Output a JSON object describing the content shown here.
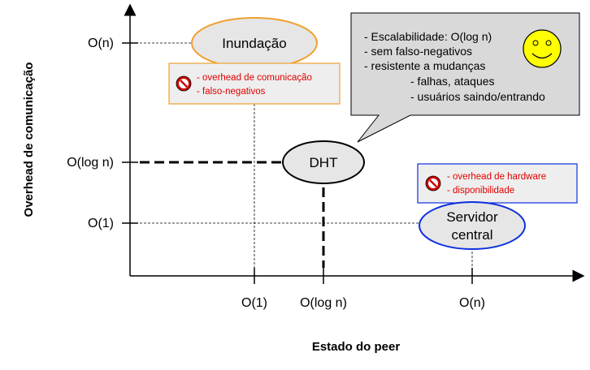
{
  "axes": {
    "y_title": "Overhead de comunicação",
    "x_title": "Estado do peer",
    "y_ticks": [
      "O(n)",
      "O(log n)",
      "O(1)"
    ],
    "x_ticks": [
      "O(1)",
      "O(log n)",
      "O(n)"
    ]
  },
  "nodes": {
    "flooding": {
      "label": "Inundação",
      "color": "#f0a030"
    },
    "dht": {
      "label": "DHT",
      "color": "#000000"
    },
    "server": {
      "label_line1": "Servidor",
      "label_line2": "central",
      "color": "#1030e0"
    }
  },
  "drawbacks": {
    "flooding": {
      "items": [
        "- overhead de comunicação",
        "- falso-negativos"
      ],
      "border": "#f0a030"
    },
    "server": {
      "items": [
        "- overhead de hardware",
        "- disponibilidade"
      ],
      "border": "#1030e0"
    }
  },
  "callout": {
    "lines": [
      "- Escalabilidade: O(log n)",
      "- sem falso-negativos",
      "- resistente a mudanças",
      "- falhas, ataques",
      "- usuários saindo/entrando"
    ],
    "icon": "smiley-face-icon"
  },
  "colors": {
    "warn_text": "#e00000",
    "callout_fill": "#d9d9d9",
    "node_fill": "#e6e6e6",
    "box_fill": "#eeeeee",
    "smiley": "#ffff00",
    "stop_icon": "#cc0000"
  }
}
